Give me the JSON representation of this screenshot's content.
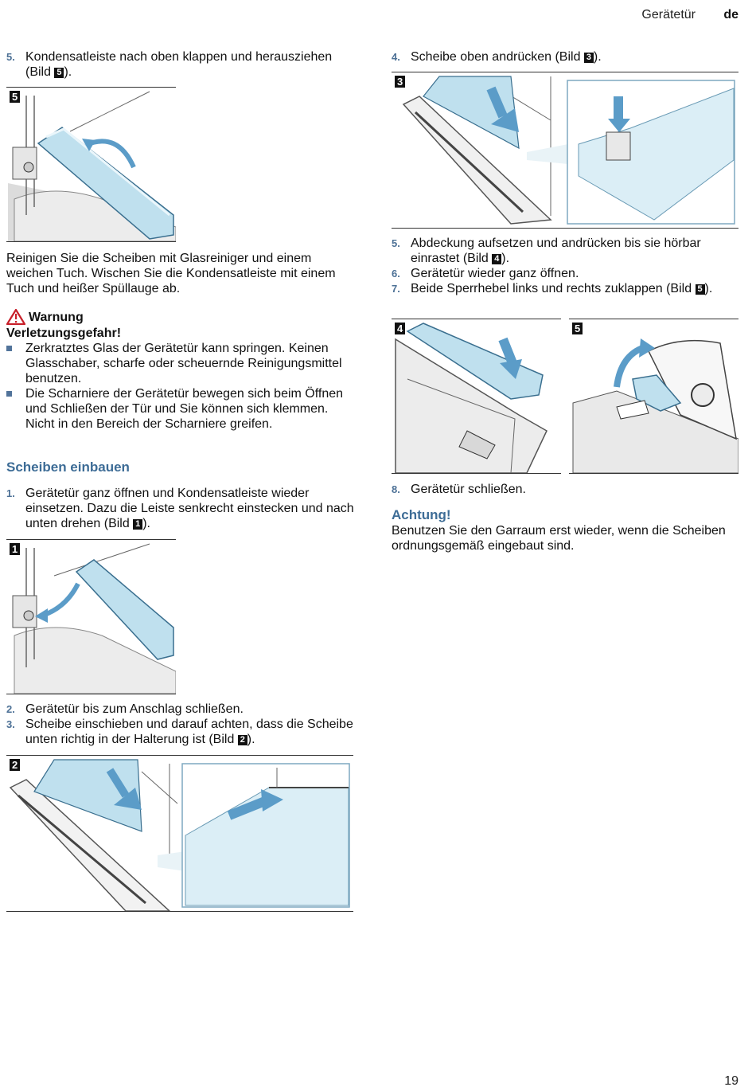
{
  "header": {
    "section": "Gerätetür",
    "lang": "de"
  },
  "page_number": "19",
  "left": {
    "step5": {
      "num": "5.",
      "text": "Kondensatleiste nach oben klappen und herausziehen (Bild ",
      "badge": "5",
      "after": ")."
    },
    "fig_a": {
      "label": "5"
    },
    "clean_text": "Reinigen Sie die Scheiben mit Glasreiniger und einem weichen Tuch. Wischen Sie die Kondensatleiste mit einem Tuch und heißer Spüllauge ab.",
    "warning": {
      "title": "Warnung",
      "subtitle": "Verletzungsgefahr!",
      "bullets": [
        "Zerkratztes Glas der Gerätetür kann springen. Keinen Glasschaber, scharfe oder scheuernde Reinigungsmittel benutzen.",
        "Die Scharniere der Gerätetür bewegen sich beim Öffnen und Schließen der Tür und Sie können sich klemmen. Nicht in den Bereich der Scharniere greifen."
      ]
    },
    "install_heading": "Scheiben einbauen",
    "step1": {
      "num": "1.",
      "text": "Gerätetür ganz öffnen und Kondensatleiste wieder einsetzen. Dazu die Leiste senkrecht einstecken und nach unten drehen (Bild ",
      "badge": "1",
      "after": ")."
    },
    "fig_b": {
      "label": "1"
    },
    "step2": {
      "num": "2.",
      "text": "Gerätetür bis zum Anschlag schließen."
    },
    "step3": {
      "num": "3.",
      "text": "Scheibe einschieben und darauf achten, dass die Scheibe unten richtig in der Halterung ist (Bild ",
      "badge": "2",
      "after": ")."
    },
    "fig_c": {
      "label": "2"
    }
  },
  "right": {
    "step4": {
      "num": "4.",
      "text": "Scheibe oben andrücken (Bild ",
      "badge": "3",
      "after": ")."
    },
    "fig_d": {
      "label": "3"
    },
    "step5": {
      "num": "5.",
      "text": "Abdeckung aufsetzen und andrücken bis sie hörbar einrastet (Bild ",
      "badge": "4",
      "after": ")."
    },
    "step6": {
      "num": "6.",
      "text": "Gerätetür wieder ganz öffnen."
    },
    "step7": {
      "num": "7.",
      "text": "Beide Sperrhebel links und rechts zuklappen (Bild ",
      "badge": "5",
      "after": ")."
    },
    "fig_e": {
      "label": "4"
    },
    "fig_f": {
      "label": "5"
    },
    "step8": {
      "num": "8.",
      "text": "Gerätetür schließen."
    },
    "attention": {
      "title": "Achtung!",
      "text": "Benutzen Sie den Garraum erst wieder, wenn die Scheiben ordnungsgemäß eingebaut sind."
    }
  },
  "colors": {
    "step_number": "#4d7196",
    "heading": "#3d6c96",
    "glass": "#bfe0ee",
    "arrow": "#5b9cc8",
    "warning_red": "#c8202a"
  }
}
